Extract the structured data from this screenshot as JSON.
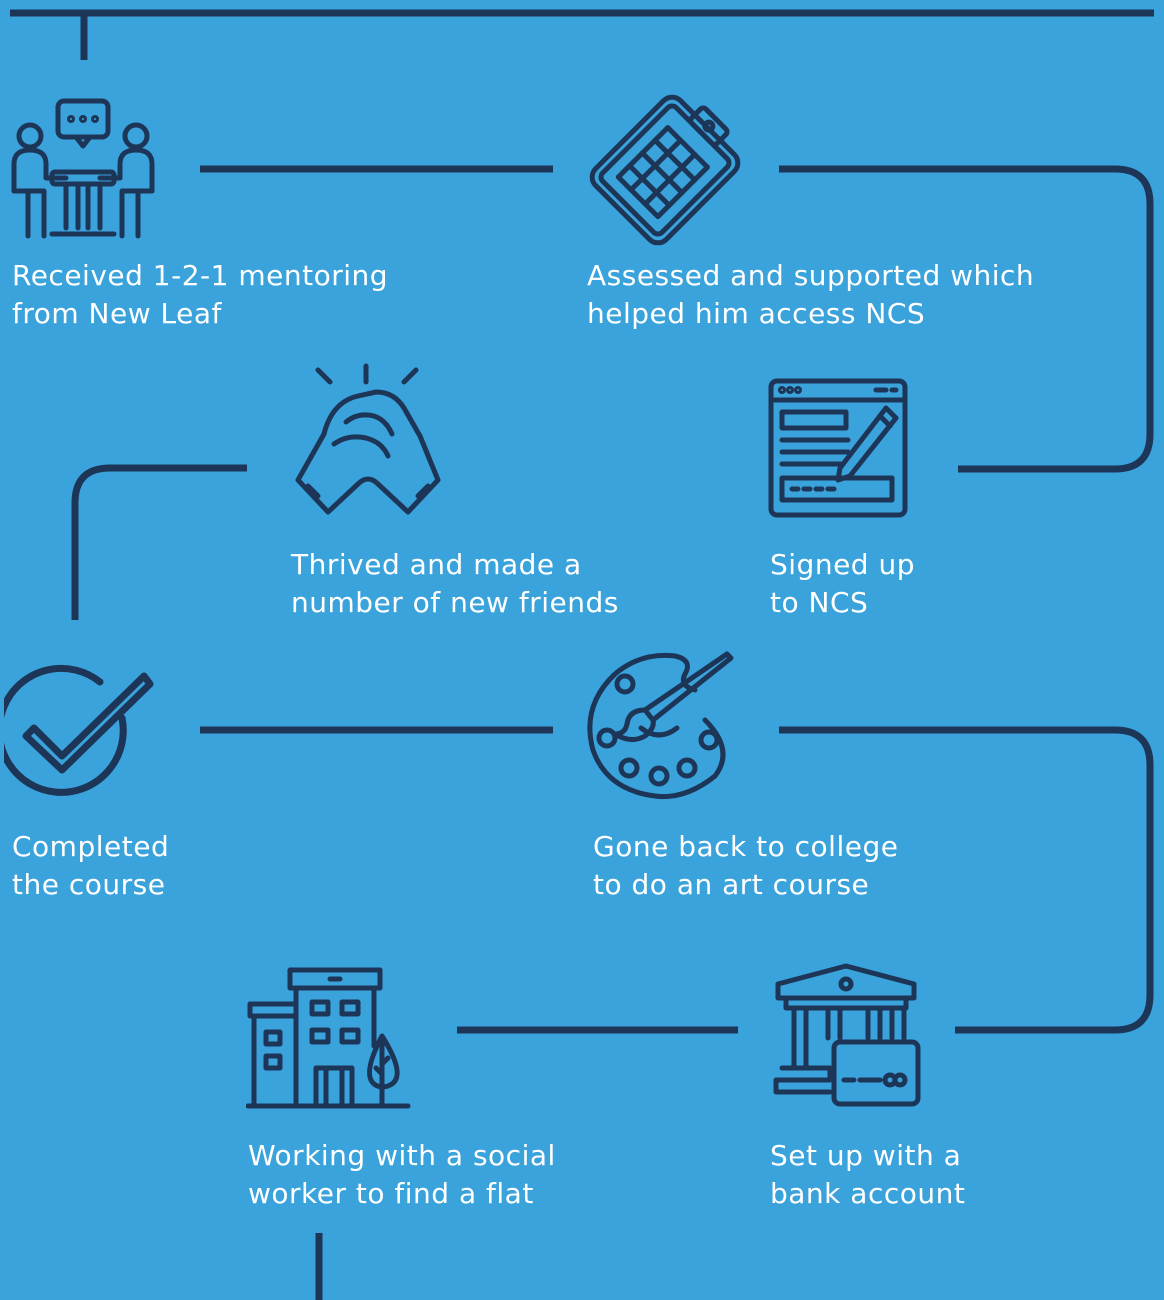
{
  "colors": {
    "background": "#3aa3dc",
    "line": "#1d3557",
    "text": "#ffffff"
  },
  "steps": [
    {
      "icon": "mentoring-meeting-icon",
      "lines": [
        "Received 1-2-1 mentoring",
        "from New Leaf"
      ]
    },
    {
      "icon": "clipboard-calculator-icon",
      "lines": [
        "Assessed and supported which",
        "helped him access NCS"
      ]
    },
    {
      "icon": "online-form-icon",
      "lines": [
        "Signed up",
        "to NCS"
      ]
    },
    {
      "icon": "clasped-hands-icon",
      "lines": [
        "Thrived and made a",
        "number of new friends"
      ]
    },
    {
      "icon": "checkmark-circle-icon",
      "lines": [
        "Completed",
        "the course"
      ]
    },
    {
      "icon": "art-palette-icon",
      "lines": [
        "Gone back to college",
        "to do an art course"
      ]
    },
    {
      "icon": "bank-icon",
      "lines": [
        "Set up with a",
        "bank account"
      ]
    },
    {
      "icon": "apartment-building-icon",
      "lines": [
        "Working with a social",
        "worker to find a flat"
      ]
    }
  ]
}
